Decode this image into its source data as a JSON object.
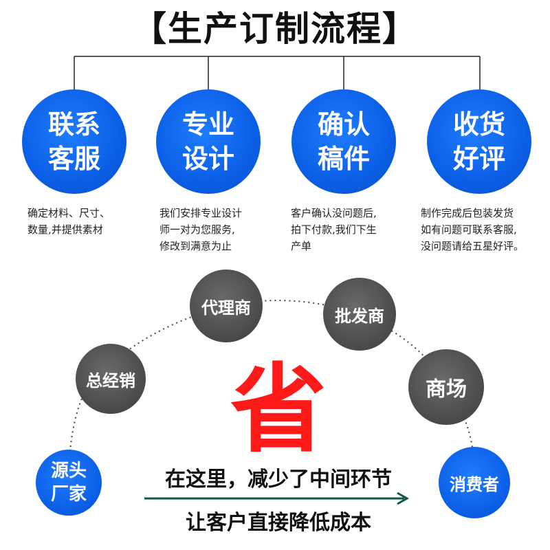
{
  "title": "【生产订制流程】",
  "steps": [
    {
      "label_l1": "联系",
      "label_l2": "客服",
      "desc": [
        "确定材料、尺寸、",
        "数量,并提供素材"
      ]
    },
    {
      "label_l1": "专业",
      "label_l2": "设计",
      "desc": [
        "我们安排专业设计",
        "师一对为您服务,",
        "修改到满意为止"
      ]
    },
    {
      "label_l1": "确认",
      "label_l2": "稿件",
      "desc": [
        "客户确认没问题后,",
        "拍下付款,我们下生",
        "产单"
      ]
    },
    {
      "label_l1": "收货",
      "label_l2": "好评",
      "desc": [
        "制作完成后包装发货",
        "如有问题可联系客服,",
        "没问题请给五星好评。"
      ]
    }
  ],
  "chain": {
    "source": [
      "源头",
      "厂家"
    ],
    "middlemen": [
      "总经销",
      "代理商",
      "批发商",
      "商场"
    ],
    "consumer": "消费者"
  },
  "save_char": "省",
  "slogan_line1": "在这里，减少了中间环节",
  "slogan_line2": "让客户直接降低成本",
  "colors": {
    "blue": "#0b5fe6",
    "gray": "#4a4a4a",
    "red": "#ff1a1a",
    "arrow": "#0e5a3c"
  }
}
